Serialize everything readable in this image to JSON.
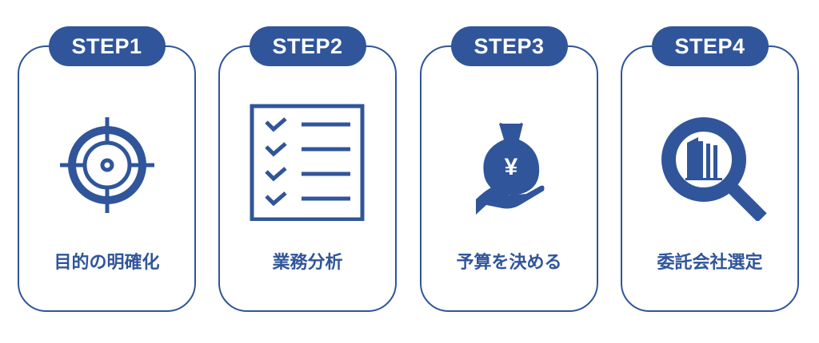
{
  "accent_color": "#30559a",
  "steps": [
    {
      "badge": "STEP1",
      "label": "目的の明確化",
      "icon": "target-icon"
    },
    {
      "badge": "STEP2",
      "label": "業務分析",
      "icon": "checklist-icon"
    },
    {
      "badge": "STEP3",
      "label": "予算を決める",
      "icon": "money-bag-hand-icon"
    },
    {
      "badge": "STEP4",
      "label": "委託会社選定",
      "icon": "magnifier-building-icon"
    }
  ],
  "yen_symbol": "¥"
}
